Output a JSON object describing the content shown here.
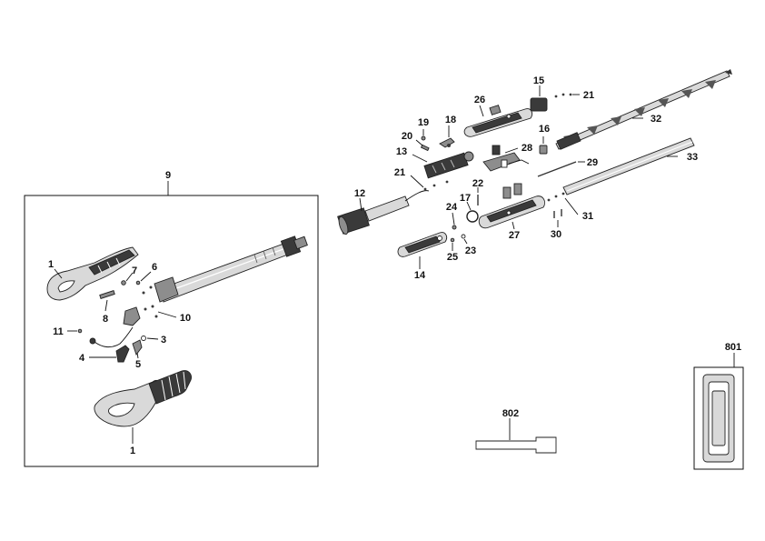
{
  "callouts": {
    "c9": "9",
    "c1_upper": "1",
    "c7": "7",
    "c6": "6",
    "c8": "8",
    "c10": "10",
    "c11": "11",
    "c3": "3",
    "c4": "4",
    "c5": "5",
    "c1_lower": "1",
    "c12": "12",
    "c13": "13",
    "c14": "14",
    "c15": "15",
    "c16": "16",
    "c17": "17",
    "c18": "18",
    "c19": "19",
    "c20": "20",
    "c21_top": "21",
    "c21_mid": "21",
    "c22": "22",
    "c23": "23",
    "c24": "24",
    "c25": "25",
    "c26": "26",
    "c27": "27",
    "c28": "28",
    "c29": "29",
    "c30": "30",
    "c31": "31",
    "c32": "32",
    "c33": "33",
    "c801": "801",
    "c802": "802"
  }
}
